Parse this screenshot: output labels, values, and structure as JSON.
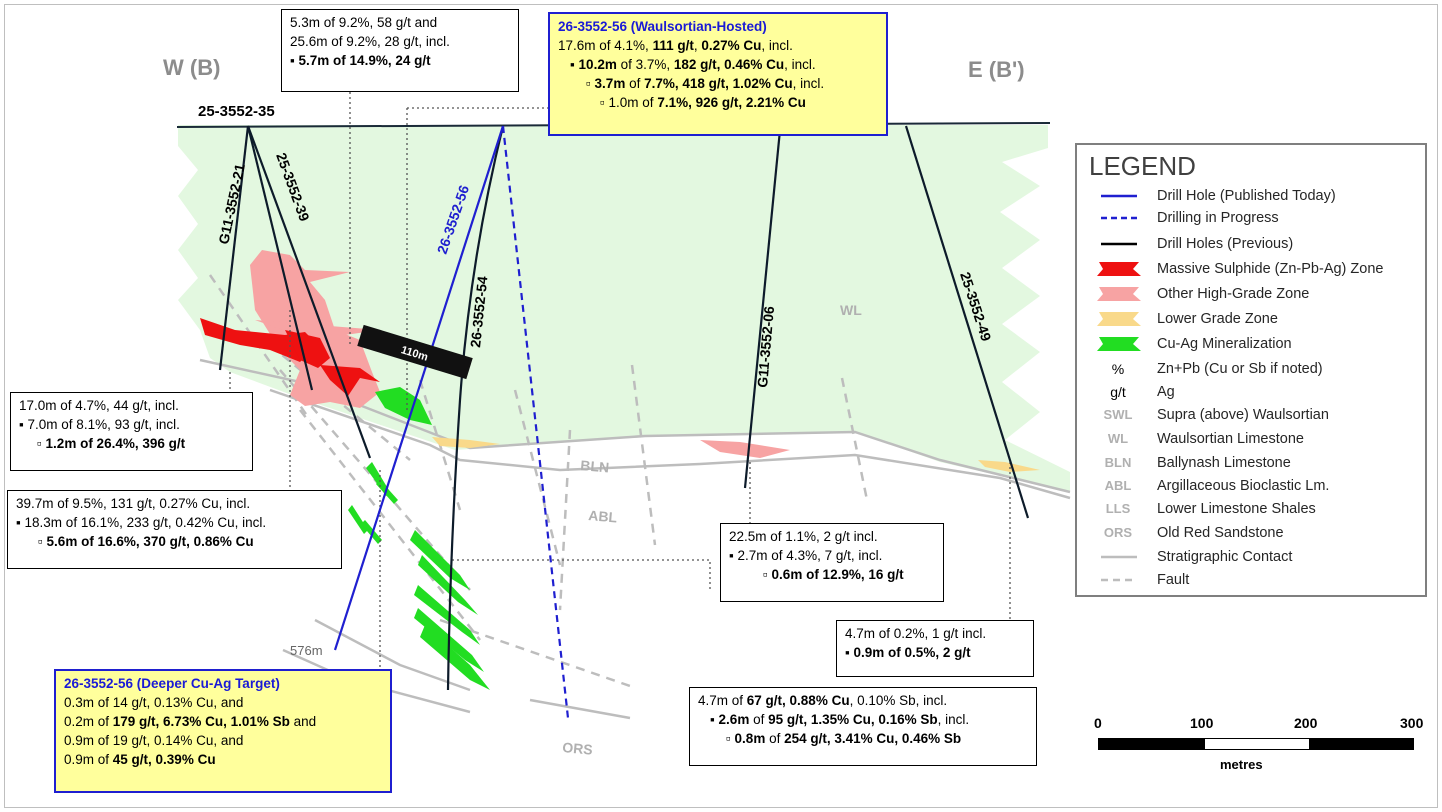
{
  "section": {
    "west_label": "W (B)",
    "east_label": "E (B')"
  },
  "holes": {
    "h35": "25-3552-35",
    "h21": "G11-3552-21",
    "h39": "25-3552-39",
    "h56": "26-3552-56",
    "h54": "26-3552-54",
    "h06": "G11-3552-06",
    "h49": "25-3552-49"
  },
  "depths": {
    "d576": "576m",
    "d110": "110m"
  },
  "units": {
    "wl": "WL",
    "bln": "BLN",
    "abl": "ABL",
    "ors": "ORS"
  },
  "callouts": {
    "top_left": {
      "l1": "5.3m of 9.2%, 58 g/t and",
      "l2": "25.6m of 9.2%, 28 g/t, incl.",
      "l3": "▪ 5.7m of 14.9%, 24 g/t"
    },
    "top_hosted": {
      "title": "26-3552-56 (Waulsortian-Hosted)",
      "l1a": "17.6m of 4.1%, ",
      "l1b": "111 g/t",
      "l1c": ", ",
      "l1d": "0.27% Cu",
      "l1e": ", incl.",
      "l2a": "▪ ",
      "l2b": "10.2m",
      "l2c": " of 3.7%, ",
      "l2d": "182 g/t, 0.46% Cu",
      "l2e": ", incl.",
      "l3a": "▫ ",
      "l3b": "3.7m",
      "l3c": " of ",
      "l3d": "7.7%, 418 g/t, 1.02% Cu",
      "l3e": ", incl.",
      "l4a": "▫ 1.0m of ",
      "l4b": "7.1%, 926 g/t, 2.21% Cu"
    },
    "left_mid": {
      "l1": "17.0m of 4.7%, 44 g/t, incl.",
      "l2": "▪ 7.0m of 8.1%, 93 g/t, incl.",
      "l3a": "▫ ",
      "l3b": "1.2m of 26.4%, 396 g/t"
    },
    "left_low": {
      "l1": "39.7m of 9.5%, 131 g/t, 0.27% Cu, incl.",
      "l2": "▪ 18.3m of 16.1%, 233 g/t, 0.42% Cu, incl.",
      "l3a": "▫ ",
      "l3b": "5.6m of 16.6%, 370 g/t, 0.86% Cu"
    },
    "mid_right": {
      "l1": "22.5m of 1.1%, 2 g/t incl.",
      "l2": "▪ 2.7m of 4.3%, 7 g/t, incl.",
      "l3a": "▫ ",
      "l3b": "0.6m of 12.9%, 16 g/t"
    },
    "right_low": {
      "l1": "4.7m of 0.2%, 1 g/t incl.",
      "l2": "▪ 0.9m of 0.5%, 2 g/t"
    },
    "bottom_mid": {
      "l1a": "4.7m of ",
      "l1b": "67 g/t, 0.88% Cu",
      "l1c": ", 0.10% Sb, incl.",
      "l2a": "▪ ",
      "l2b": "2.6m",
      "l2c": " of ",
      "l2d": "95 g/t, 1.35% Cu, 0.16% Sb",
      "l2e": ", incl.",
      "l3a": "▫ ",
      "l3b": "0.8m",
      "l3c": " of ",
      "l3d": "254 g/t, 3.41% Cu, 0.46% Sb"
    },
    "bottom_deeper": {
      "title": "26-3552-56 (Deeper Cu-Ag Target)",
      "l1": "0.3m of 14 g/t, 0.13% Cu, and",
      "l2a": "0.2m of ",
      "l2b": "179 g/t, 6.73% Cu, 1.01% Sb",
      "l2c": " and",
      "l3": "0.9m of 19 g/t, 0.14% Cu, and",
      "l4a": "0.9m of ",
      "l4b": "45 g/t, 0.39% Cu"
    }
  },
  "legend": {
    "title": "LEGEND",
    "items": [
      {
        "label": "Drill Hole (Published Today)"
      },
      {
        "label": "Drilling in Progress"
      },
      {
        "label": "Drill Holes (Previous)"
      },
      {
        "label": "Massive Sulphide (Zn-Pb-Ag) Zone"
      },
      {
        "label": "Other High-Grade Zone"
      },
      {
        "label": "Lower Grade Zone"
      },
      {
        "label": "Cu-Ag Mineralization"
      },
      {
        "symbol": "%",
        "label": "Zn+Pb (Cu or Sb if noted)"
      },
      {
        "symbol": "g/t",
        "label": "Ag"
      },
      {
        "symbol": "SWL",
        "label": "Supra (above) Waulsortian"
      },
      {
        "symbol": "WL",
        "label": "Waulsortian Limestone"
      },
      {
        "symbol": "BLN",
        "label": "Ballynash Limestone"
      },
      {
        "symbol": "ABL",
        "label": "Argillaceous Bioclastic Lm."
      },
      {
        "symbol": "LLS",
        "label": "Lower Limestone Shales"
      },
      {
        "symbol": "ORS",
        "label": "Old Red Sandstone"
      },
      {
        "label": "Stratigraphic Contact"
      },
      {
        "label": "Fault"
      }
    ]
  },
  "scale": {
    "t0": "0",
    "t100": "100",
    "t200": "200",
    "t300": "300",
    "unit": "metres"
  },
  "colors": {
    "published": "#1f1fd0",
    "in_progress": "#1f1fd0",
    "previous": "#0d1b2a",
    "massive_sulphide": "#ee1111",
    "high_grade": "#f7a3a3",
    "lower_grade": "#f9d98a",
    "cu_ag": "#22dd22",
    "wl_fill": "#e3f8e0",
    "contact": "#bdbdbd"
  }
}
